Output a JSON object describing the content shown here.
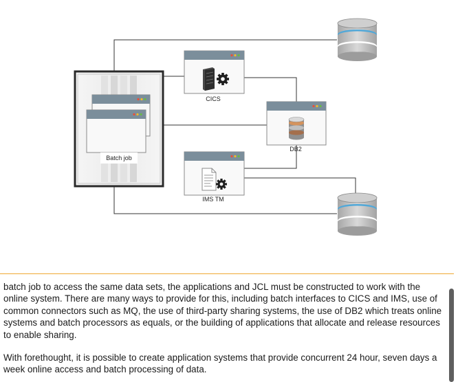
{
  "diagram": {
    "nodes": {
      "batch_job": {
        "label": "Batch job"
      },
      "cics": {
        "label": "CICS"
      },
      "db2": {
        "label": "DB2"
      },
      "ims_tm": {
        "label": "IMS TM"
      }
    },
    "icons": {
      "top_database": "database-icon",
      "bottom_database": "database-icon",
      "cics": "server-gear-icon",
      "db2": "database-icon",
      "ims_tm": "document-gear-icon"
    },
    "colors": {
      "window_titlebar": "#7b8e9b",
      "window_dot_red": "#e8503c",
      "window_dot_yellow": "#f0b92b",
      "window_dot_green": "#68bb45",
      "connector": "#333333",
      "database_ring": "#51a8d8"
    }
  },
  "text": {
    "paragraph_1": "batch job to access the same data sets, the applications and JCL must be constructed to work with the online system. There are many ways to provide for this, including batch interfaces to CICS and IMS, use of common connectors such as MQ, the use of third-party sharing systems, the use of DB2 which treats online systems and batch processors as equals, or the building of applications that allocate and release resources to enable sharing.",
    "paragraph_2": "With forethought, it is possible to create application systems that provide concurrent 24 hour, seven days a week online access and batch processing of data."
  },
  "theme": {
    "divider_color": "#f0a830"
  }
}
